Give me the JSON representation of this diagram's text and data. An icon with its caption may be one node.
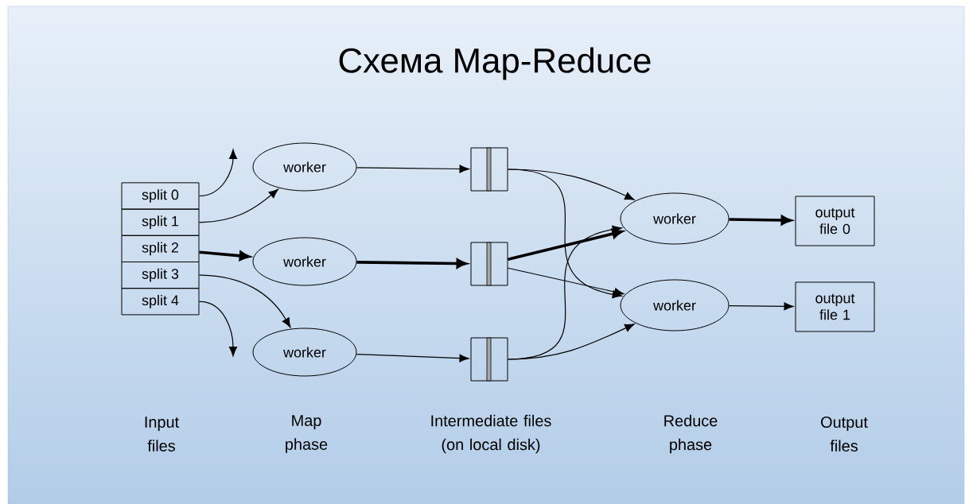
{
  "diagram": {
    "title": "Схема Map-Reduce",
    "nodes": [
      {
        "text": [
          "split 0"
        ]
      },
      {
        "text": [
          "split 1"
        ]
      },
      {
        "text": [
          "split 2"
        ]
      },
      {
        "text": [
          "split 3"
        ]
      },
      {
        "text": [
          "split 4"
        ]
      },
      {
        "text": [
          "worker"
        ]
      },
      {
        "text": [
          "worker"
        ]
      },
      {
        "text": [
          "worker"
        ]
      },
      {
        "text": [],
        "shape": "box"
      },
      {
        "text": [],
        "shape": "box"
      },
      {
        "text": [],
        "shape": "box"
      },
      {
        "text": [
          "worker"
        ]
      },
      {
        "text": [
          "worker"
        ]
      },
      {
        "text": [
          "output file 0"
        ]
      },
      {
        "text": [
          "output file 1"
        ]
      }
    ],
    "edges": [
      {
        "from": 0,
        "to": null,
        "arrow": "to"
      },
      {
        "from": 1,
        "to": 5,
        "arrow": "to"
      },
      {
        "from": 2,
        "to": 6,
        "arrow": "to",
        "style": "thick"
      },
      {
        "from": 3,
        "to": 7,
        "arrow": "to"
      },
      {
        "from": 4,
        "to": null,
        "arrow": "to"
      },
      {
        "from": 5,
        "to": 8,
        "arrow": "to"
      },
      {
        "from": 6,
        "to": 9,
        "arrow": "to",
        "style": "thick"
      },
      {
        "from": 7,
        "to": 10,
        "arrow": "to"
      },
      {
        "from": 8,
        "to": 11,
        "arrow": "to"
      },
      {
        "from": 8,
        "to": 12,
        "arrow": "to"
      },
      {
        "from": 9,
        "to": 11,
        "arrow": "to",
        "style": "thick"
      },
      {
        "from": 9,
        "to": 12,
        "arrow": "to"
      },
      {
        "from": 10,
        "to": 11,
        "arrow": "to"
      },
      {
        "from": 10,
        "to": 12,
        "arrow": "to"
      },
      {
        "from": 11,
        "to": 13,
        "arrow": "to",
        "style": "thick"
      },
      {
        "from": 12,
        "to": 14,
        "arrow": "to"
      }
    ],
    "labels": [
      "Input files",
      "Map phase",
      "Intermediate files (on local disk)",
      "Reduce phase",
      "Output files"
    ]
  }
}
